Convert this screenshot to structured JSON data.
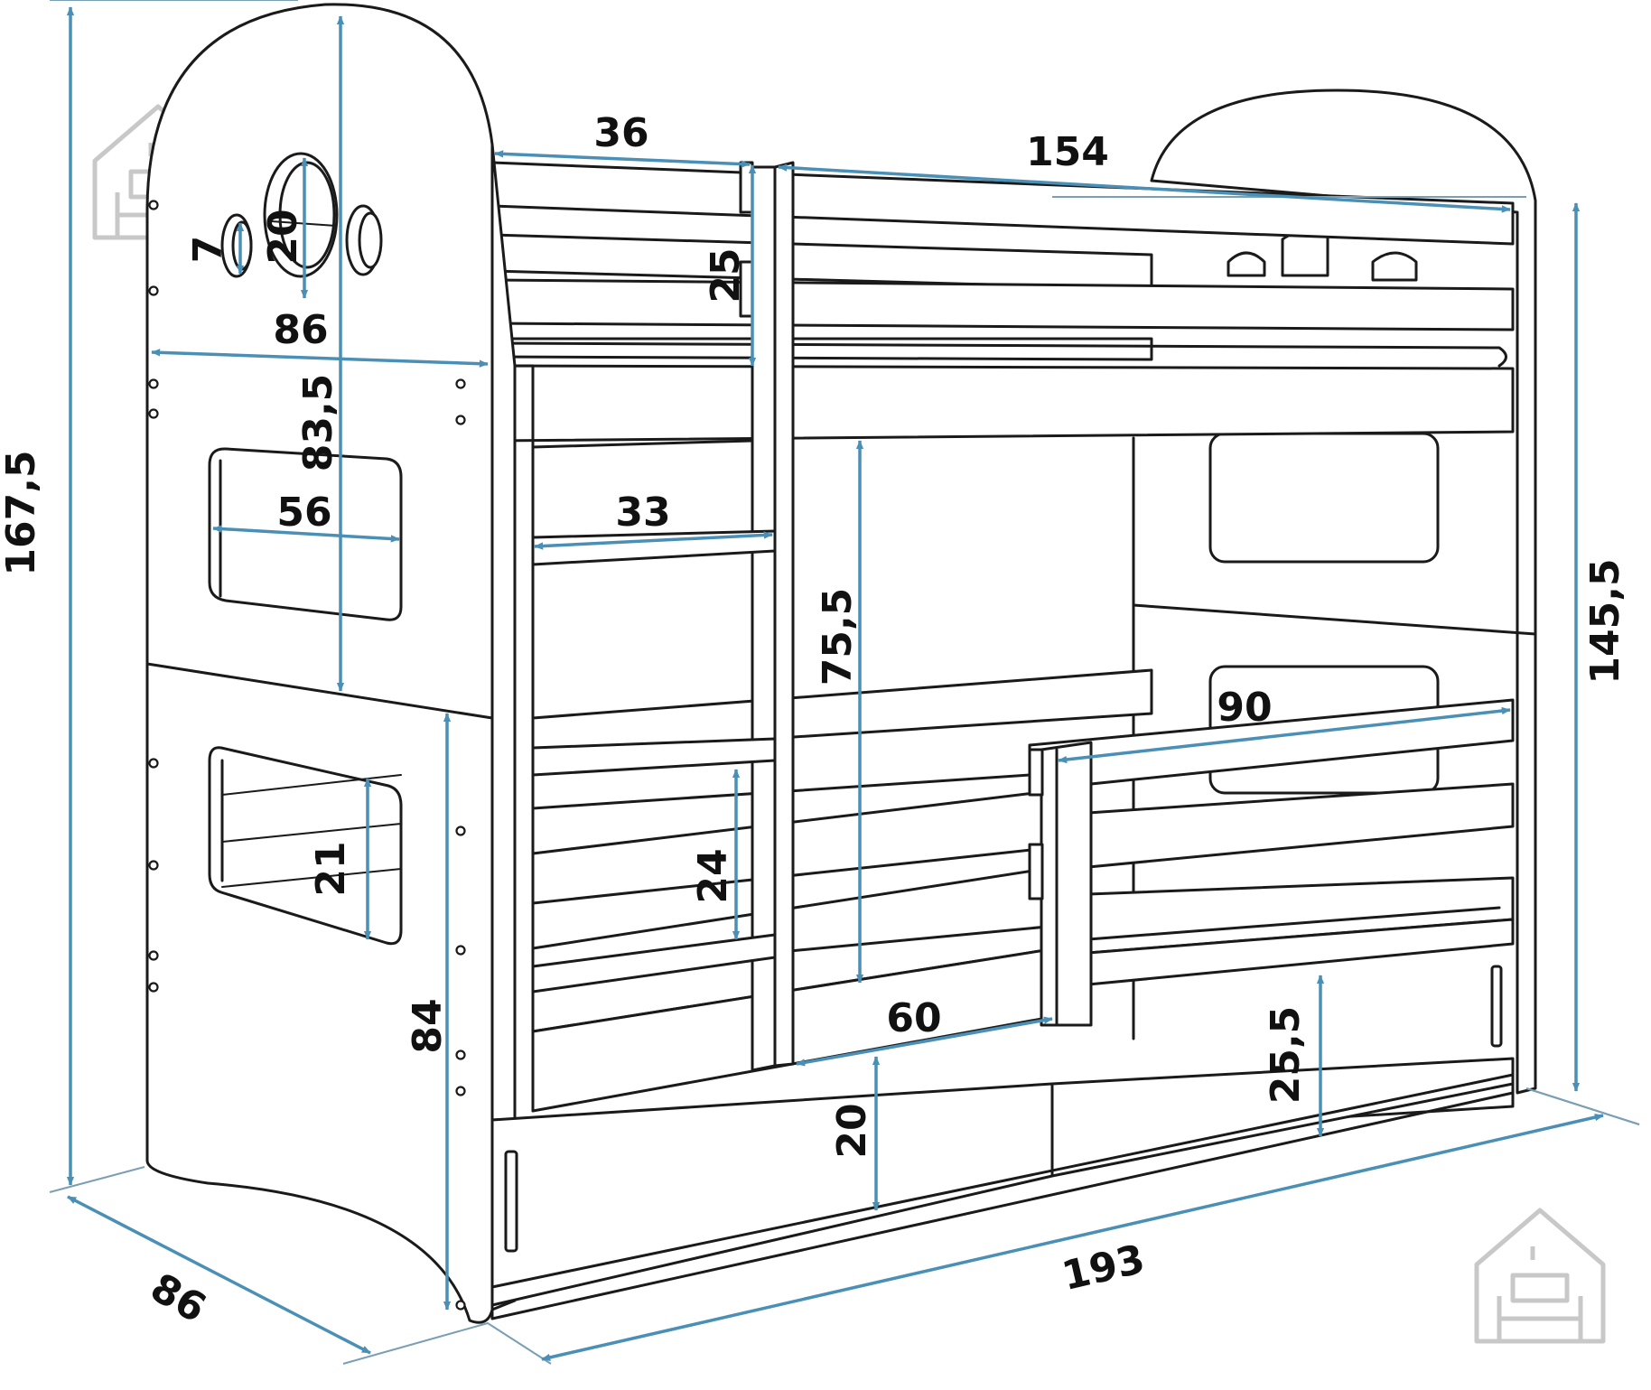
{
  "dimensions": [
    {
      "id": "total-height",
      "label": "167,5"
    },
    {
      "id": "bed-depth-bottom",
      "label": "86"
    },
    {
      "id": "end-width",
      "label": "86"
    },
    {
      "id": "porthole-large",
      "label": "20"
    },
    {
      "id": "porthole-small",
      "label": "7"
    },
    {
      "id": "upper-end-height",
      "label": "83,5"
    },
    {
      "id": "upper-window-width",
      "label": "56"
    },
    {
      "id": "lower-window-height",
      "label": "21"
    },
    {
      "id": "lower-end-height",
      "label": "84"
    },
    {
      "id": "ladder-width-top",
      "label": "36"
    },
    {
      "id": "upper-rail-height",
      "label": "25"
    },
    {
      "id": "ladder-step-width",
      "label": "33"
    },
    {
      "id": "ladder-step-spacing",
      "label": "24"
    },
    {
      "id": "upper-length",
      "label": "154"
    },
    {
      "id": "bunk-clearance",
      "label": "75,5"
    },
    {
      "id": "lower-rail-length",
      "label": "90"
    },
    {
      "id": "entry-opening",
      "label": "60"
    },
    {
      "id": "drawer-height",
      "label": "20"
    },
    {
      "id": "floor-to-lower-bed",
      "label": "25,5"
    },
    {
      "id": "right-height",
      "label": "145,5"
    },
    {
      "id": "total-length",
      "label": "193"
    }
  ],
  "colors": {
    "dimension_line": "#4a8fb5",
    "outline": "#1a1a1a",
    "watermark": "#c8c8c8"
  },
  "icons": [
    "house-sofa-logo-icon"
  ]
}
